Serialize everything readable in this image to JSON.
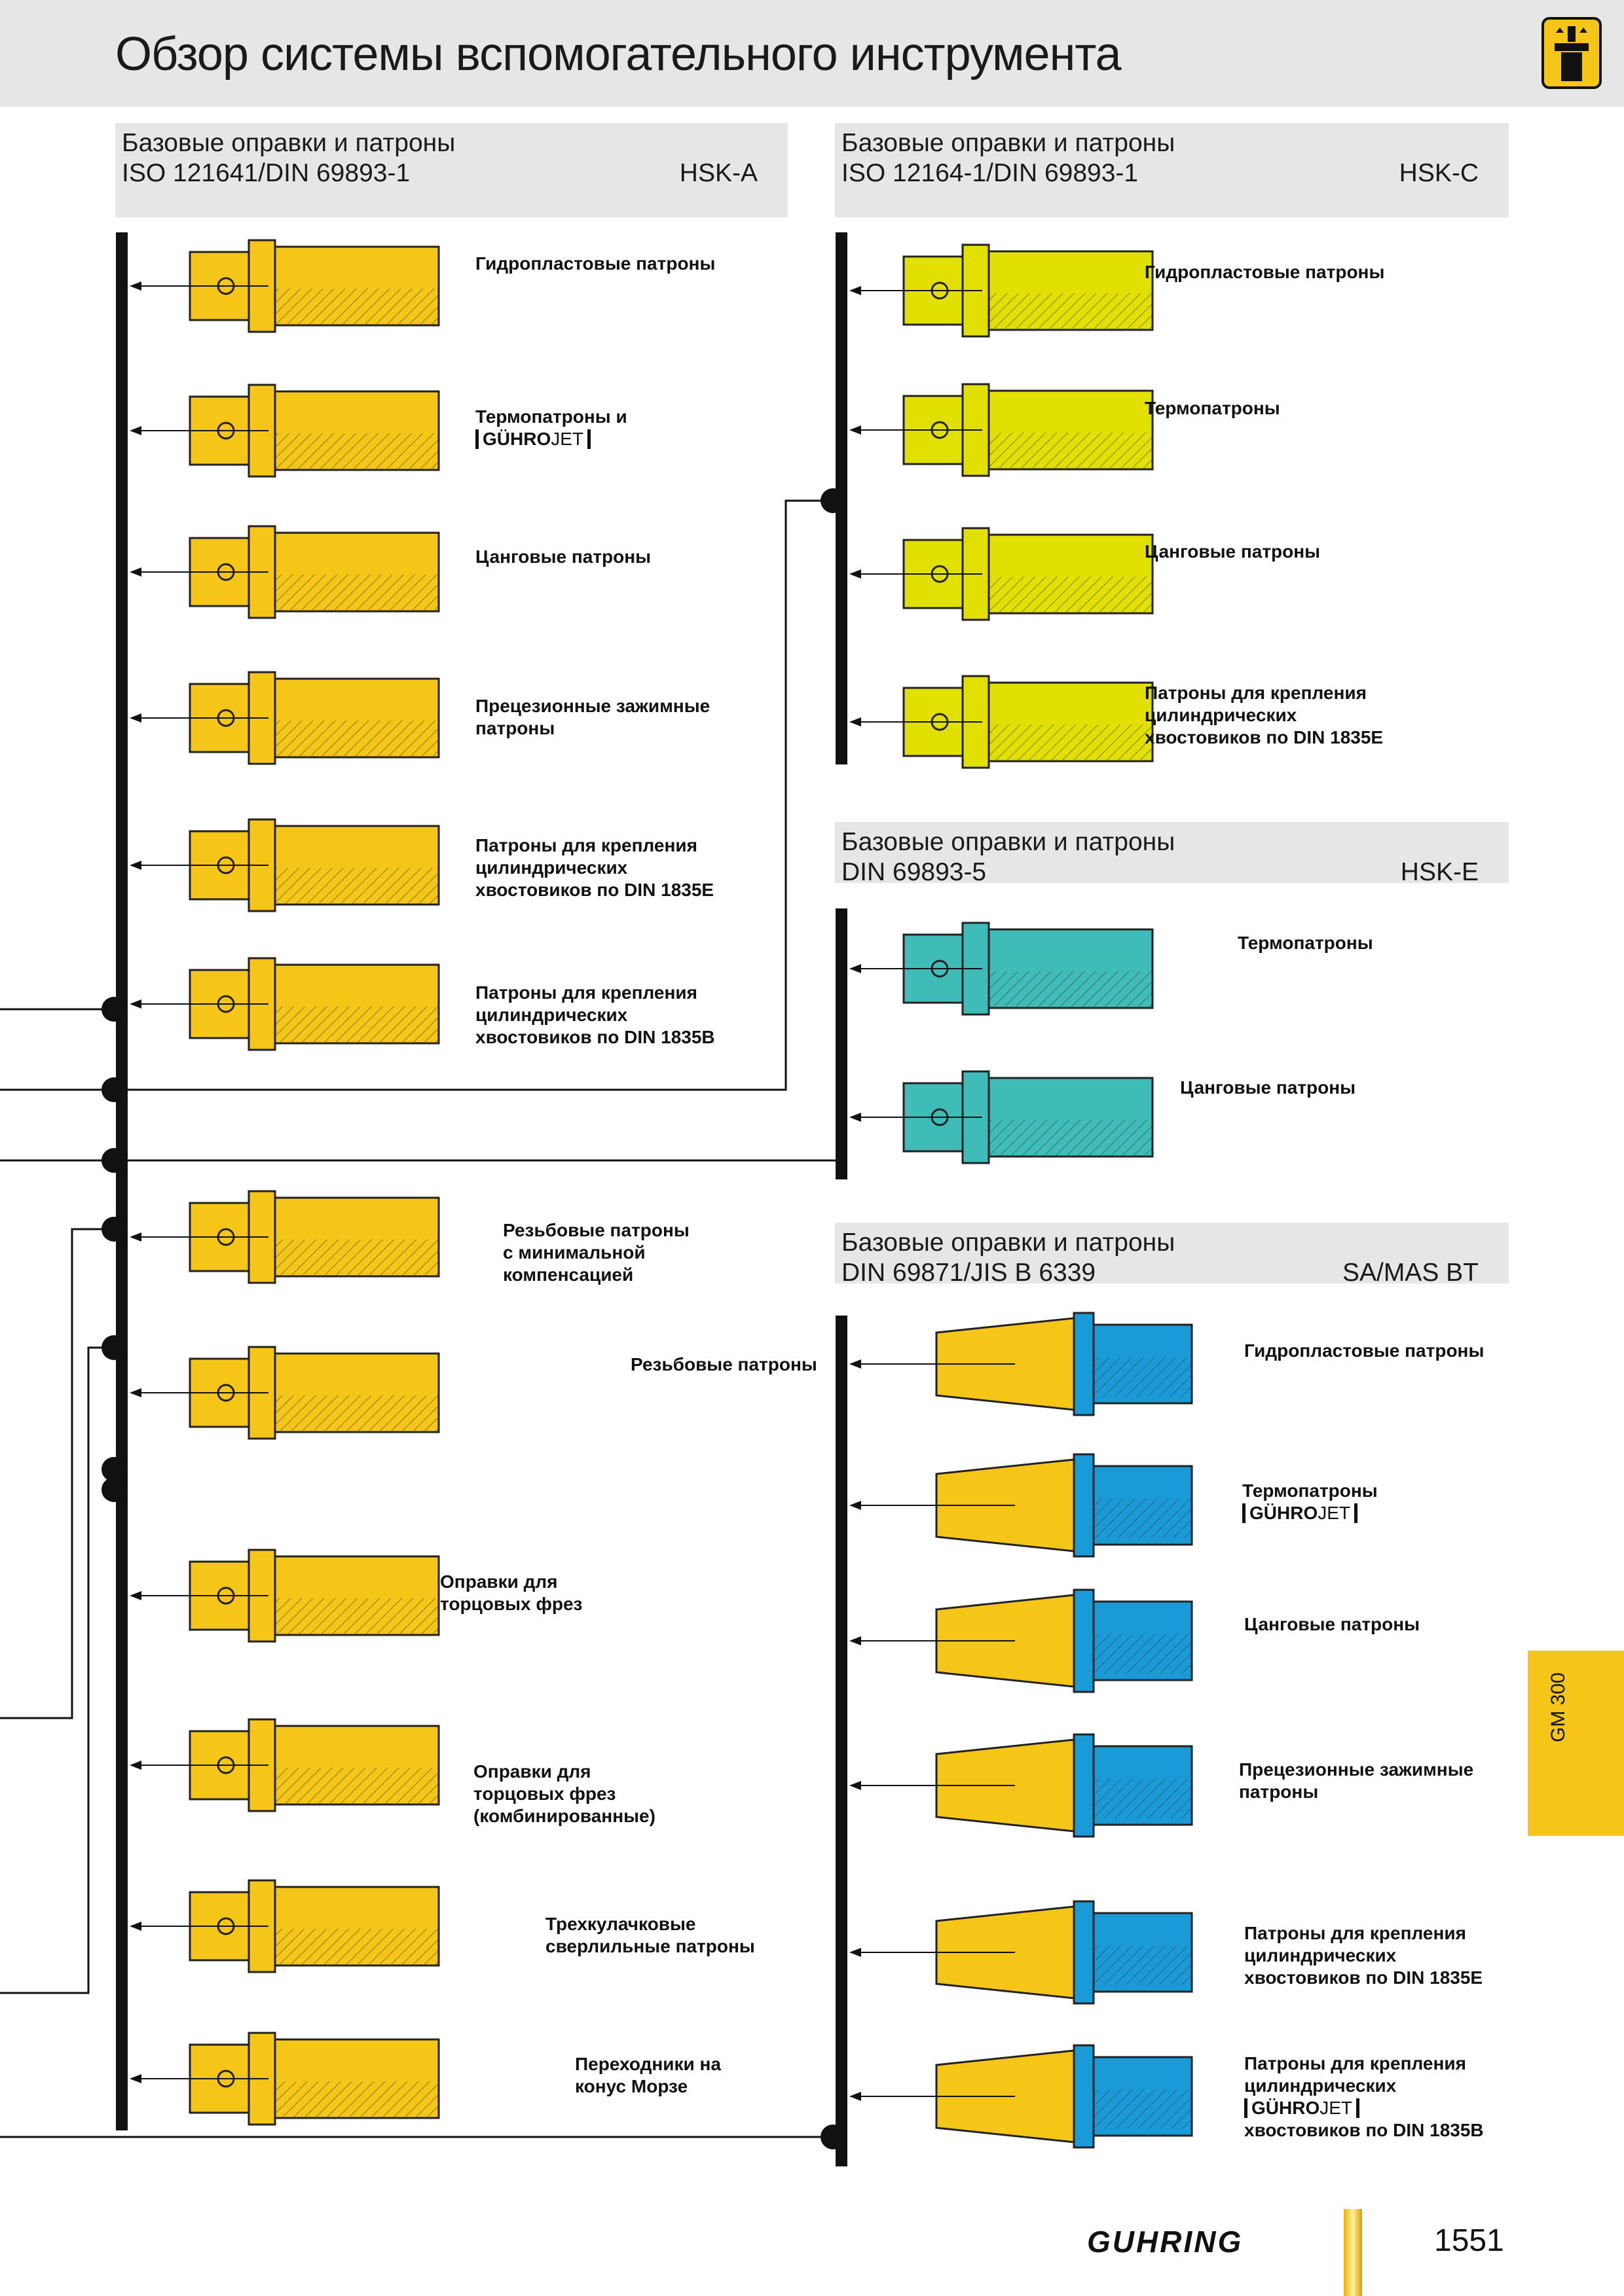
{
  "title": "Обзор системы вспомогательного инструмента",
  "header_icon": "tool-holder-icon",
  "colors": {
    "yellow": "#f5c518",
    "lime": "#e2e000",
    "teal": "#3fbcb8",
    "blue": "#1a9ad6",
    "header_bg": "#e6e6e6",
    "gm_tab": "#f5c518"
  },
  "sections": {
    "hsk_a": {
      "line1": "Базовые оправки и патроны",
      "line2": "ISO 121641/DIN 69893-1",
      "code": "HSK-A",
      "items": [
        {
          "label": [
            "Гидропластовые патроны"
          ],
          "icon": "hydraulic-chuck"
        },
        {
          "label": [
            "Термопатроны и"
          ],
          "gj": true,
          "icon": "shrink-chuck"
        },
        {
          "label": [
            "Цанговые патроны"
          ],
          "icon": "collet-chuck"
        },
        {
          "label": [
            "Прецезионные зажимные",
            "патроны"
          ],
          "icon": "precision-chuck"
        },
        {
          "label": [
            "Патроны для крепления",
            "цилиндрических",
            "хвостовиков по DIN 1835E"
          ],
          "icon": "weldon-e-holder"
        },
        {
          "label": [
            "Патроны для крепления",
            "цилиндрических",
            "хвостовиков по DIN 1835B"
          ],
          "icon": "weldon-b-holder"
        },
        {
          "label": [
            "Резьбовые патроны",
            "с минимальной",
            "компенсацией"
          ],
          "icon": "tapping-chuck-min"
        },
        {
          "label": [
            "Резьбовые патроны"
          ],
          "icon": "tapping-chuck"
        },
        {
          "label": [
            "Оправки для",
            "торцовых фрез"
          ],
          "icon": "face-mill-arbor"
        },
        {
          "label": [
            "Оправки для",
            "торцовых фрез",
            "(комбинированные)"
          ],
          "icon": "combi-arbor"
        },
        {
          "label": [
            "Трехкулачковые",
            "сверлильные патроны"
          ],
          "icon": "drill-chuck"
        },
        {
          "label": [
            "Переходники на",
            "конус Морзе"
          ],
          "icon": "morse-adapter"
        }
      ]
    },
    "hsk_c": {
      "line1": "Базовые оправки и патроны",
      "line2": "ISO 12164-1/DIN 69893-1",
      "code": "HSK-C",
      "items": [
        {
          "label": [
            "Гидропластовые патроны"
          ]
        },
        {
          "label": [
            "Термопатроны"
          ]
        },
        {
          "label": [
            "Цанговые патроны"
          ]
        },
        {
          "label": [
            "Патроны для крепления",
            "цилиндрических",
            "хвостовиков по DIN 1835E"
          ]
        }
      ]
    },
    "hsk_e": {
      "line1": "Базовые оправки и патроны",
      "line2": "DIN 69893-5",
      "code": "HSK-E",
      "items": [
        {
          "label": [
            "Термопатроны"
          ]
        },
        {
          "label": [
            "Цанговые патроны"
          ]
        }
      ]
    },
    "sa_bt": {
      "line1": "Базовые оправки и патроны",
      "line2": "DIN 69871/JIS B 6339",
      "code": "SA/MAS BT",
      "items": [
        {
          "label": [
            "Гидропластовые патроны"
          ]
        },
        {
          "label": [
            "Термопатроны"
          ],
          "gj": true
        },
        {
          "label": [
            "Цанговые патроны"
          ]
        },
        {
          "label": [
            "Прецезионные зажимные",
            "патроны"
          ]
        },
        {
          "label": [
            "Патроны для крепления",
            "цилиндрических",
            "хвостовиков по DIN 1835E"
          ]
        },
        {
          "label": [
            "Патроны для крепления",
            "цилиндрических"
          ],
          "gj": true,
          "label_after": "хвостовиков по DIN 1835B"
        }
      ]
    }
  },
  "guhrojet": {
    "a": "GÜHRO",
    "b": "JET"
  },
  "side_tab": "GM 300",
  "brand": "GUHRING",
  "page_number": "1551"
}
